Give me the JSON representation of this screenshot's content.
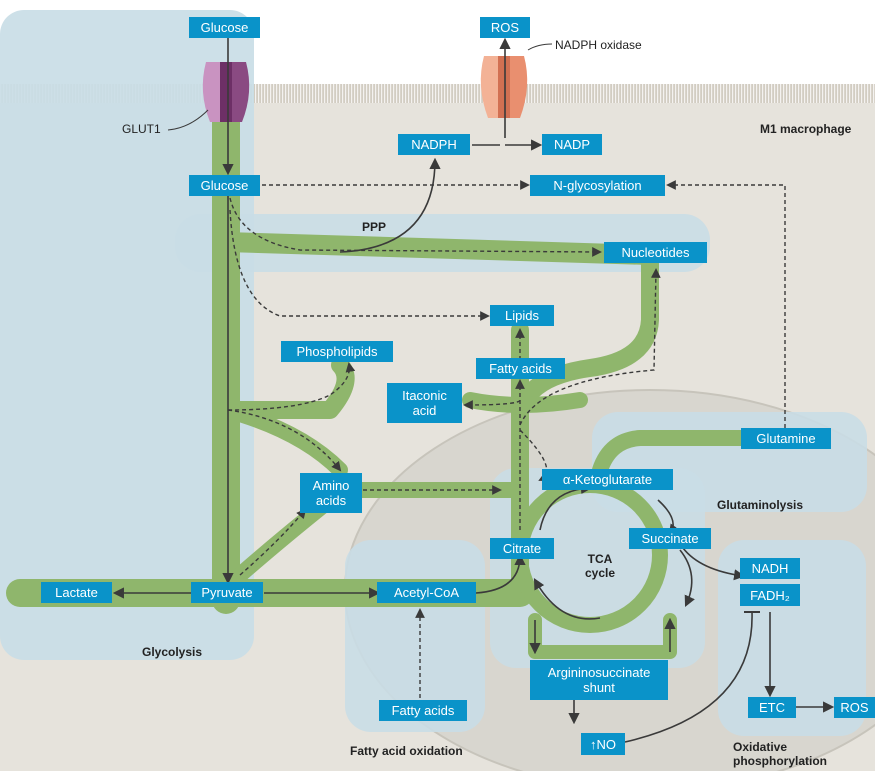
{
  "colors": {
    "node_fill": "#0a93c9",
    "node_text": "#ffffff",
    "pathway_green": "#8fb66c",
    "region_blue": "#cde0e8",
    "cytoplasm": "#e6e3dc",
    "membrane": "#d2cdc2",
    "mitochondrion": "#d8d6cf",
    "glut1": "#8a4a82",
    "nadph_oxidase": "#e98f6f",
    "arrow": "#3a3a3a"
  },
  "icons": [
    "glut1-transporter-icon",
    "nadph-oxidase-icon"
  ],
  "labels": {
    "cell_type": "M1 macrophage",
    "glut1": "GLUT1",
    "nadph_oxidase": "NADPH oxidase",
    "ppp": "PPP",
    "tca_cycle": "TCA\ncycle",
    "glutaminolysis": "Glutaminolysis",
    "glycolysis": "Glycolysis",
    "fatty_acid_oxidation": "Fatty acid oxidation",
    "oxidative_phosphorylation": "Oxidative\nphosphorylation"
  },
  "nodes": {
    "glucose_out": "Glucose",
    "ros_top": "ROS",
    "nadph": "NADPH",
    "nadp": "NADP",
    "glucose_in": "Glucose",
    "n_glycosylation": "N-glycosylation",
    "nucleotides": "Nucleotides",
    "lipids": "Lipids",
    "phospholipids": "Phospholipids",
    "fatty_acids_top": "Fatty acids",
    "itaconic_acid": "Itaconic\nacid",
    "glutamine": "Glutamine",
    "amino_acids": "Amino\nacids",
    "alpha_kg": "α-Ketoglutarate",
    "succinate": "Succinate",
    "citrate": "Citrate",
    "nadh": "NADH",
    "fadh2": "FADH₂",
    "lactate": "Lactate",
    "pyruvate": "Pyruvate",
    "acetyl_coa": "Acetyl-CoA",
    "argininosuccinate_shunt": "Argininosuccinate\nshunt",
    "etc": "ETC",
    "ros_right": "ROS",
    "fatty_acids_bottom": "Fatty acids",
    "no": "↑NO"
  }
}
